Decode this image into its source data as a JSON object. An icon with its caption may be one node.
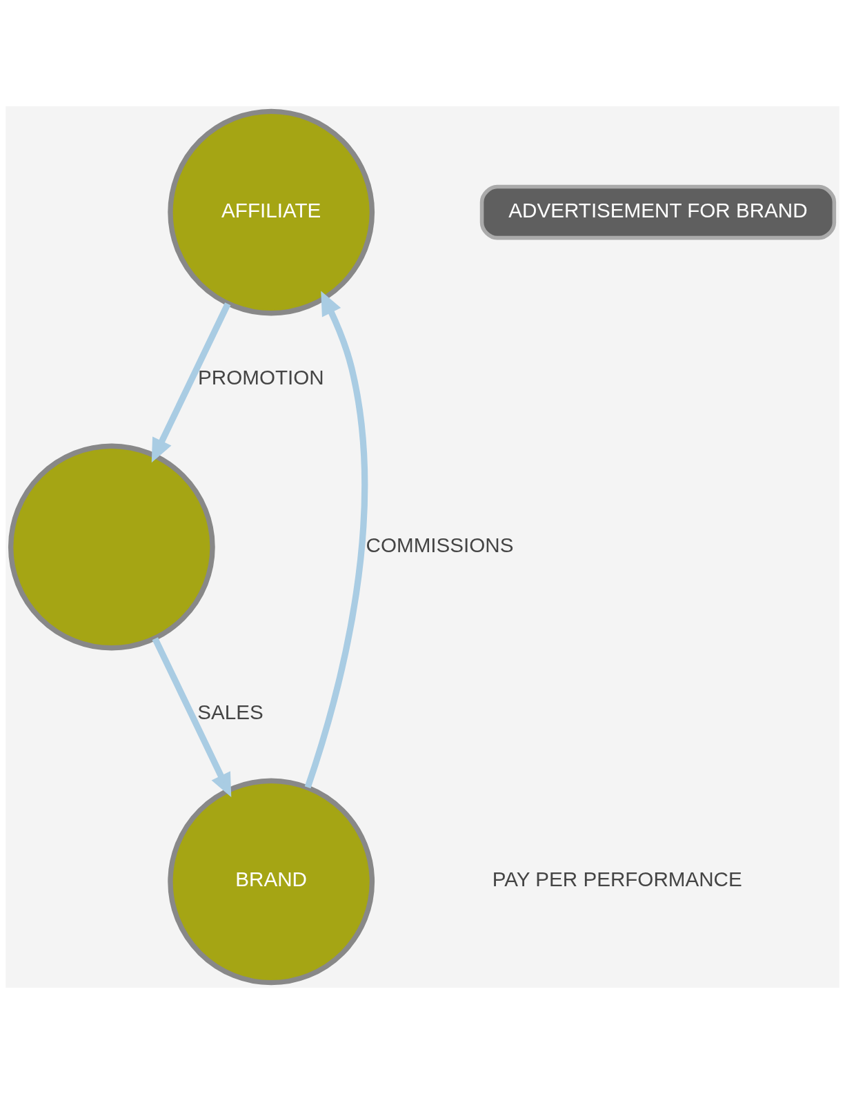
{
  "diagram": {
    "nodes": [
      {
        "text": [
          "AFFILIATE"
        ]
      },
      {
        "text": [
          "BRAND"
        ]
      },
      {
        "text": [
          "ADVERTISEMENT FOR BRAND"
        ]
      },
      {
        "text": [],
        "shape": "circle"
      }
    ],
    "edges": [
      {
        "from": 1,
        "to": 0,
        "arrow": "to",
        "label": "COMMISSIONS"
      },
      {
        "from": 0,
        "to": 3,
        "arrow": "to",
        "label": "PROMOTION"
      },
      {
        "from": 3,
        "to": 1,
        "arrow": "to",
        "label": "SALES"
      }
    ],
    "labels": [
      "PAY PER PERFORMANCE"
    ]
  }
}
